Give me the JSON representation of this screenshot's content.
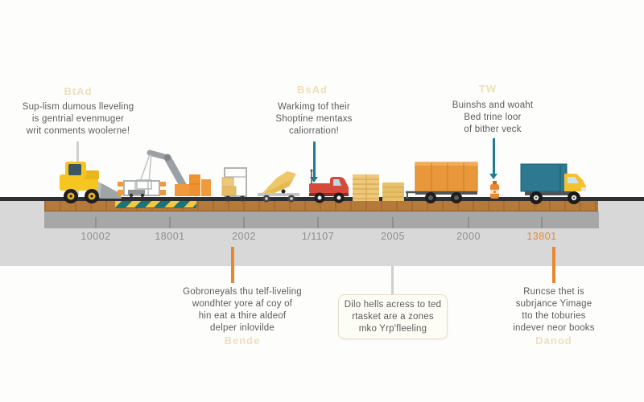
{
  "top_annotations": [
    {
      "ghost_label": "BtAd",
      "lines": [
        "Sup-lism dumous lleveling",
        "is gentrial evenmuger",
        "writ conments woolerne!"
      ]
    },
    {
      "ghost_label": "BsAd",
      "lines": [
        "Warkimg tof their",
        "Shoptine mentaxs",
        "caliorration!"
      ]
    },
    {
      "ghost_label": "TW",
      "lines": [
        "Buinshs and woaht",
        "Bed trine loor",
        "of bither veck"
      ]
    }
  ],
  "timeline": {
    "years": [
      {
        "label": "10002",
        "highlighted": false
      },
      {
        "label": "18001",
        "highlighted": false
      },
      {
        "label": "2002",
        "highlighted": false
      },
      {
        "label": "1/1107",
        "highlighted": false
      },
      {
        "label": "2005",
        "highlighted": false
      },
      {
        "label": "2000",
        "highlighted": false
      },
      {
        "label": "13801",
        "highlighted": true
      }
    ]
  },
  "bottom_annotations": [
    {
      "ghost_label": "Bende",
      "lines": [
        "Gobroneyals thu telf-liveling",
        "wondhter yore af coy of",
        "hin eat a thire aldeof",
        "delper inlovilde"
      ]
    },
    {
      "in_card": true,
      "lines": [
        "Dilo hells acress to ted",
        "rtasket are a zones",
        "mko Yrp'fleeling"
      ]
    },
    {
      "ghost_label": "Danod",
      "lines": [
        "Runcse thet is",
        "subrjance Yimage",
        "tto the toburies",
        "indever neor books"
      ]
    }
  ],
  "scene": {
    "items": [
      "wheel-loader",
      "work-zone-barriers",
      "crane-arm",
      "orange-crates",
      "hand-cart",
      "folded-lift-trailer",
      "red-pickup-truck",
      "pallet-stacks",
      "orange-box-trailer",
      "orange-canister",
      "teal-box-truck"
    ]
  },
  "colors": {
    "accent_orange": "#e8872e",
    "connector_teal": "#1f7d8e",
    "road": "#2f2f2f",
    "ground_brown": "#b5793a",
    "band_light": "#d8d8d8",
    "band_dark": "#a7a7a7",
    "ghost_label": "#eedfba",
    "hazard_teal": "#17737c",
    "hazard_yellow": "#f3c73e"
  }
}
